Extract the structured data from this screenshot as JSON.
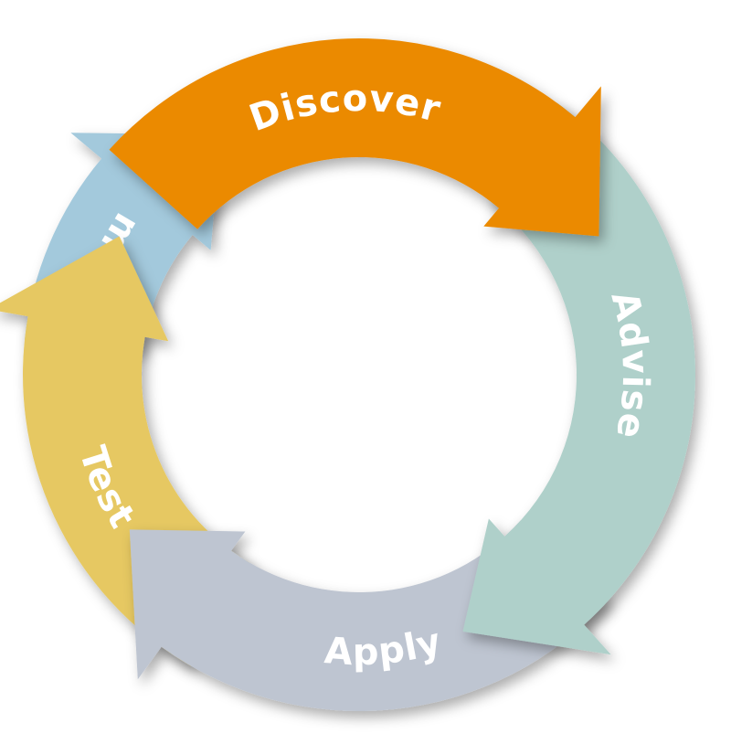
{
  "cycle": {
    "stages": [
      {
        "label": "Discover",
        "color": "#EB8A00"
      },
      {
        "label": "Advise",
        "color": "#AFD0CA"
      },
      {
        "label": "Apply",
        "color": "#BEC5D1"
      },
      {
        "label": "Test",
        "color": "#E6C862"
      },
      {
        "label": "Communicate",
        "color": "#A3C9DC"
      }
    ],
    "text_color": "#FFFFFF"
  }
}
